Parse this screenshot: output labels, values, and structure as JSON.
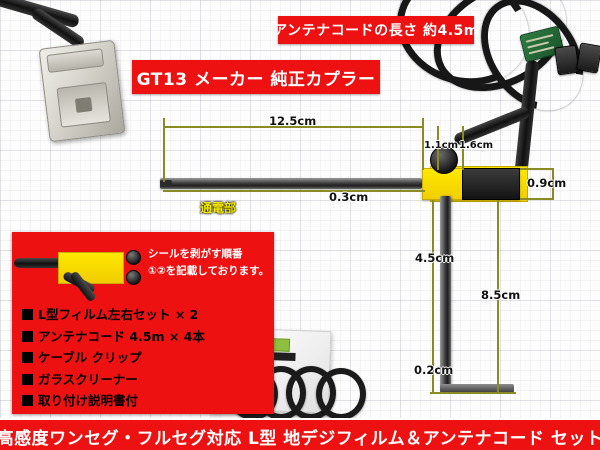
{
  "banners": {
    "cord_length": "アンテナコードの長さ 約4.5m",
    "connector": "GT13 メーカー 純正カプラー",
    "bottom": "高感度ワンセグ・フルセグ対応 L型 地デジフィルム＆アンテナコード セット"
  },
  "labels": {
    "conduct_part": "通電部"
  },
  "dimensions": {
    "length_main": "12.5cm",
    "seg_1_1": "1.1cm",
    "seg_1_6": "1.6cm",
    "width_strip": "0.3cm",
    "height_pad": "0.9cm",
    "height_4_5": "4.5cm",
    "height_8_5": "8.5cm",
    "width_foot": "0.2cm"
  },
  "seal_note": {
    "line1": "シールを剥がす順番",
    "line2": "①②を記載しております。"
  },
  "contents": {
    "items": [
      "L型フィルム左右セット × 2",
      "アンテナコード 4.5m × 4本",
      "ケーブル クリップ",
      "ガラスクリーナー",
      "取り付け説明書付"
    ]
  },
  "colors": {
    "banner_red": "#ee1111",
    "film_yellow": "#ffe800",
    "guide_olive": "#8a8b22",
    "label_yellow": "#f2e800"
  }
}
